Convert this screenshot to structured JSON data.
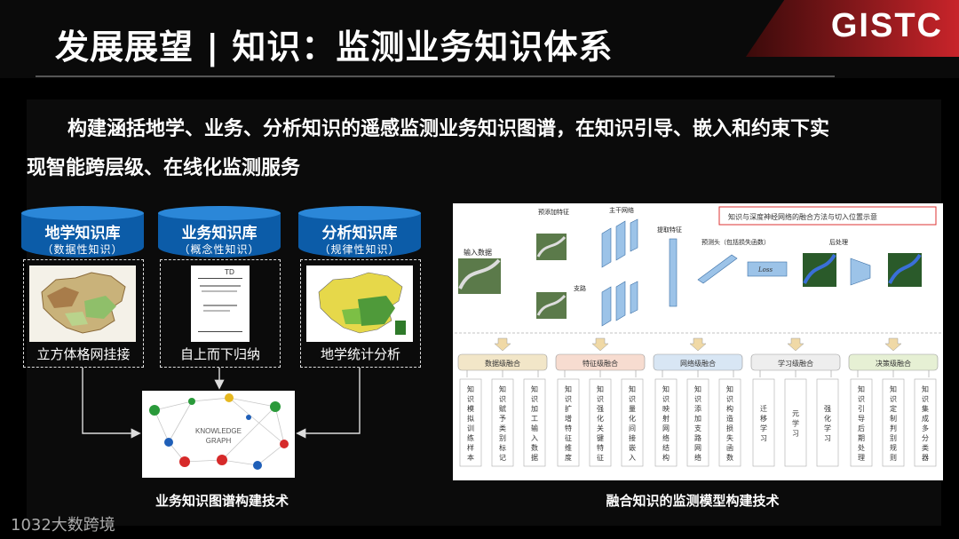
{
  "header": {
    "title": "发展展望 | 知识：监测业务知识体系",
    "logo": "GISTC"
  },
  "intro": {
    "line1": "构建涵括地学、业务、分析知识的遥感监测业务知识图谱，在知识引导、嵌入和约束下实",
    "line2": "现智能跨层级、在线化监测服务"
  },
  "knowledge_bases": [
    {
      "name": "地学知识库",
      "type": "（数据性知识）",
      "caption": "立方体格网挂接"
    },
    {
      "name": "业务知识库",
      "type": "（概念性知识）",
      "caption": "自上而下归纳"
    },
    {
      "name": "分析知识库",
      "type": "（规律性知识）",
      "caption": "地学统计分析"
    }
  ],
  "doc_thumb_label": "TD",
  "knowledge_graph": {
    "line1": "KNOWLEDGE",
    "line2": "GRAPH",
    "caption": "业务知识图谱构建技术"
  },
  "model_diagram": {
    "legend": "知识与深度神经网络的融合方法与切入位置示意",
    "labels": {
      "input": "输入数据",
      "preadd": "预添加特征",
      "backbone": "主干网络",
      "branch": "支路",
      "extract": "提取特征",
      "head": "预测头（包括损失函数）",
      "post": "后处理",
      "loss": "Loss"
    },
    "groups": [
      {
        "name": "数据级融合",
        "items": [
          "知识模拟训练样本",
          "知识赋予类别标记",
          "知识加工输入数据"
        ]
      },
      {
        "name": "特征级融合",
        "items": [
          "知识扩增特征维度",
          "知识强化关键特征",
          "知识量化间接嵌入"
        ]
      },
      {
        "name": "网络级融合",
        "items": [
          "知识映射网络结构",
          "知识添加支路网络",
          "知识构造损失函数"
        ]
      },
      {
        "name": "学习级融合",
        "items": [
          "迁移学习",
          "元学习",
          "强化学习"
        ]
      },
      {
        "name": "决策级融合",
        "items": [
          "知识引导后期处理",
          "知识定制判别规则",
          "知识集成多分类器"
        ]
      }
    ],
    "caption": "融合知识的监测模型构建技术"
  },
  "watermark": "1032大数跨境"
}
